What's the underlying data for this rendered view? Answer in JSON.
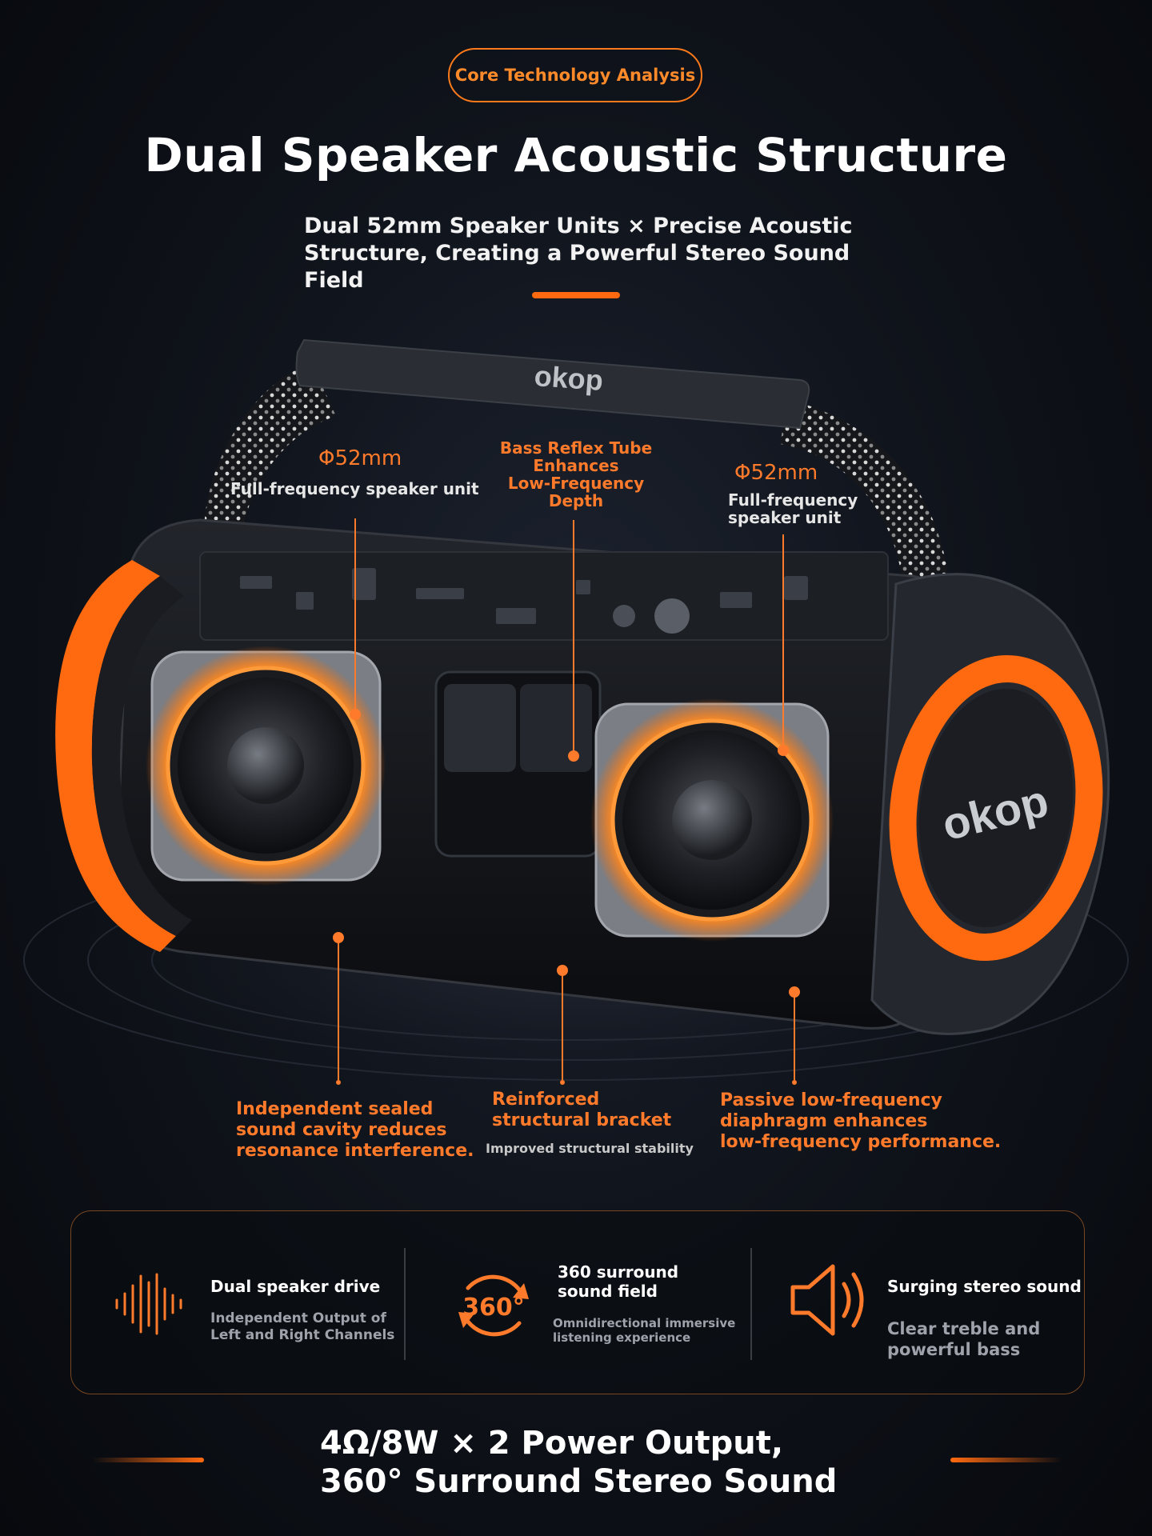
{
  "header": {
    "badge": "Core Technology Analysis",
    "title": "Dual Speaker Acoustic Structure",
    "subtitle_line1": "Dual 52mm Speaker Units × Precise Acoustic",
    "subtitle_line2": "Structure, Creating a Powerful Stereo Sound Field"
  },
  "product": {
    "brand_top": "okop",
    "brand_side": "okop"
  },
  "callouts": {
    "left_spec": "Φ52mm",
    "left_label": "Full-frequency speaker unit",
    "center_line1": "Bass Reflex Tube",
    "center_line2": "Enhances",
    "center_line3": "Low-Frequency Depth",
    "right_spec": "Φ52mm",
    "right_label_line1": "Full-frequency",
    "right_label_line2": "speaker unit",
    "bottom_left_line1": "Independent sealed",
    "bottom_left_line2": "sound cavity reduces",
    "bottom_left_line3": "resonance interference.",
    "bottom_center_line1": "Reinforced",
    "bottom_center_line2": "structural bracket",
    "bottom_center_sub": "Improved structural stability",
    "bottom_right_line1": "Passive low-frequency",
    "bottom_right_line2": "diaphragm enhances",
    "bottom_right_line3": "low-frequency performance."
  },
  "features": [
    {
      "icon": "waveform-icon",
      "title": "Dual speaker drive",
      "desc_line1": "Independent Output of",
      "desc_line2": "Left and Right Channels"
    },
    {
      "icon": "360-rotate-icon",
      "icon_text": "360°",
      "title_line1": "360 surround",
      "title_line2": "sound field",
      "desc_line1": "Omnidirectional immersive",
      "desc_line2": "listening experience"
    },
    {
      "icon": "speaker-volume-icon",
      "title": "Surging stereo sound",
      "desc_line1": "Clear treble and",
      "desc_line2": "powerful bass"
    }
  ],
  "footer": {
    "line1": "4Ω/8W × 2 Power Output,",
    "line2": "360° Surround Stereo Sound"
  },
  "colors": {
    "accent": "#ff6a10",
    "background": "#0b0e14",
    "muted_text": "#9ea2aa"
  }
}
